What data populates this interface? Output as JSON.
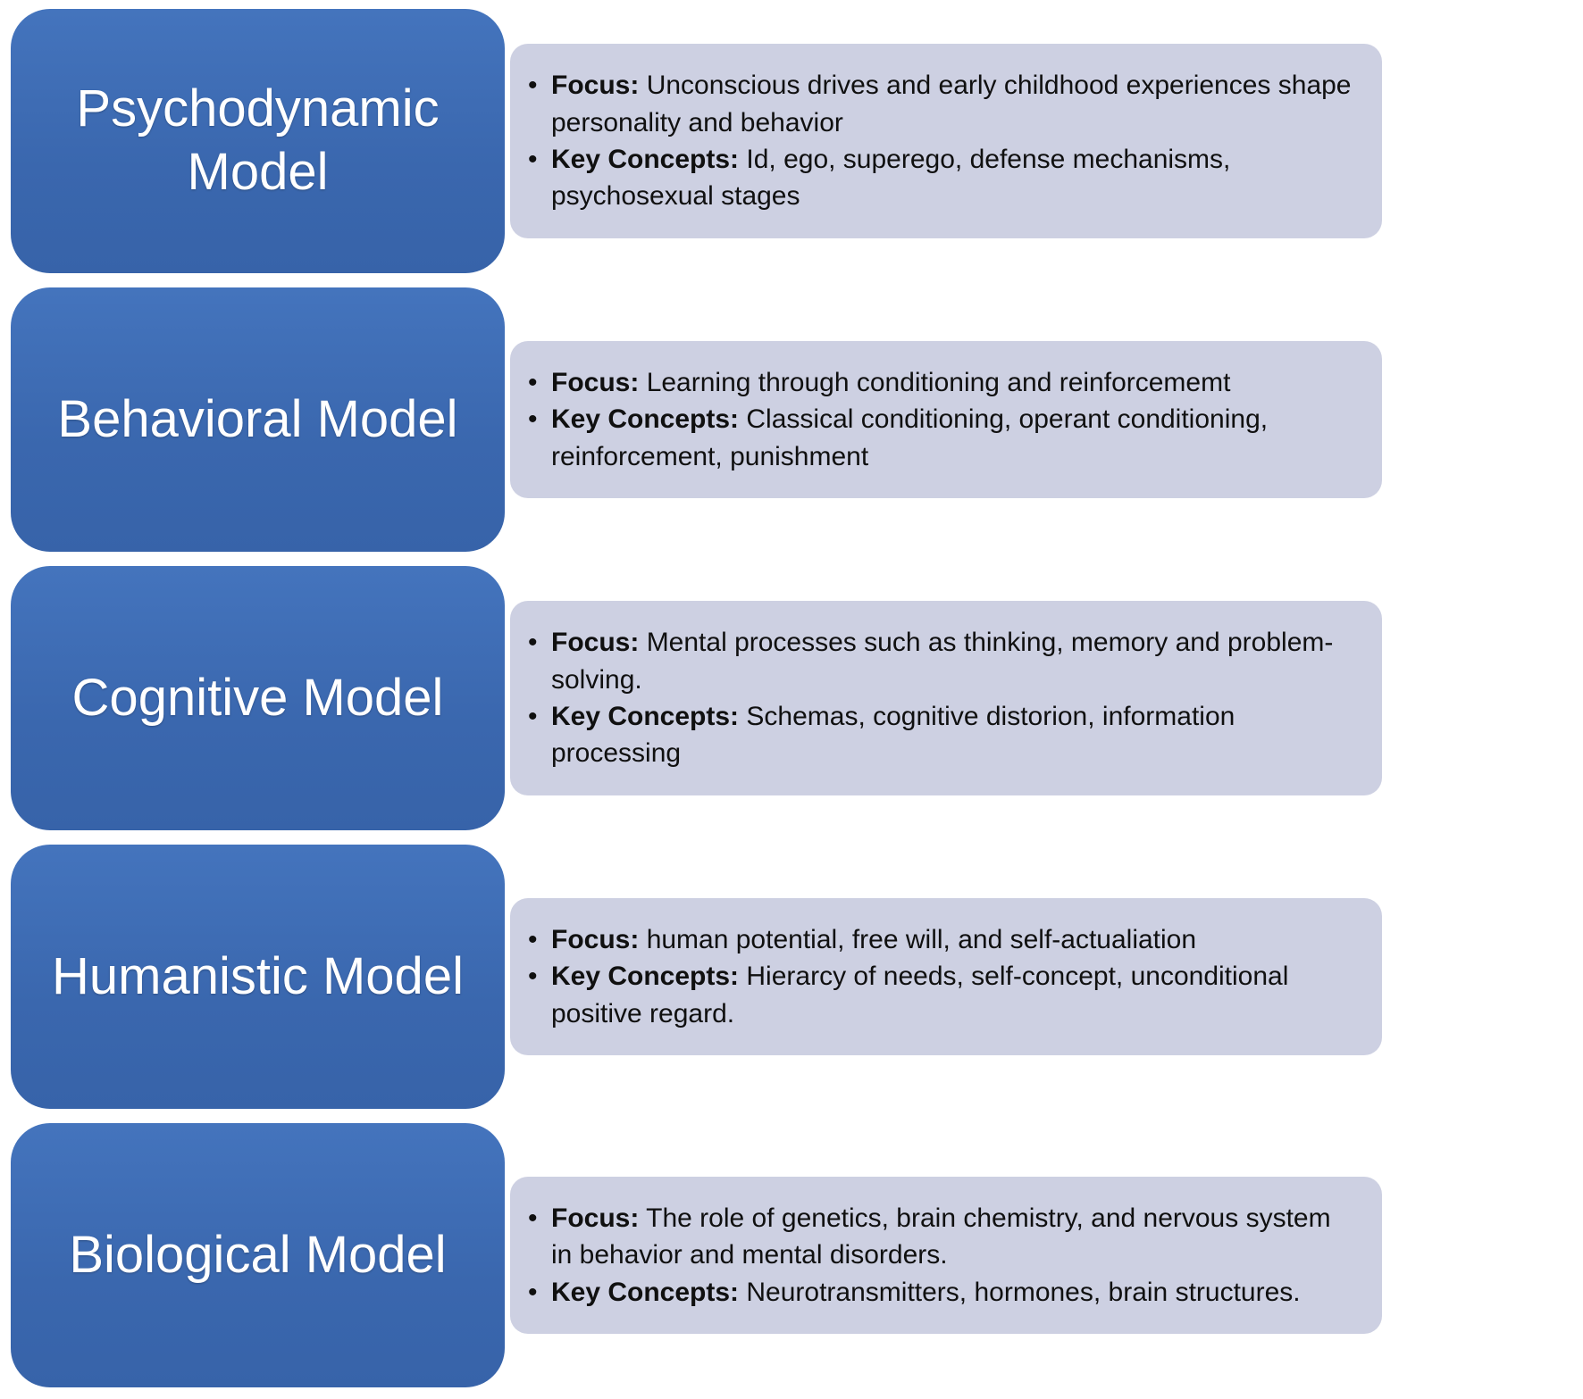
{
  "glyphs": {
    "bullet": "•"
  },
  "colors": {
    "title_box_blue": "#3b68b1",
    "detail_box_lavender": "#cdd0e2",
    "title_text": "#ffffff",
    "body_text": "#101010"
  },
  "models": [
    {
      "title": "Psychodynamic Model",
      "bullets": [
        {
          "label": "Focus:",
          "text": "Unconscious drives and early childhood experiences shape personality and behavior"
        },
        {
          "label": "Key Concepts:",
          "text": "Id, ego, superego, defense mechanisms, psychosexual stages"
        }
      ]
    },
    {
      "title": "Behavioral Model",
      "bullets": [
        {
          "label": "Focus:",
          "text": "Learning through conditioning and reinforcememt"
        },
        {
          "label": "Key Concepts:",
          "text": "Classical conditioning, operant conditioning, reinforcement, punishment"
        }
      ]
    },
    {
      "title": "Cognitive Model",
      "bullets": [
        {
          "label": "Focus:",
          "text": "Mental processes such as thinking, memory and problem-solving."
        },
        {
          "label": "Key Concepts:",
          "text": "Schemas, cognitive distorion, information processing"
        }
      ]
    },
    {
      "title": "Humanistic Model",
      "bullets": [
        {
          "label": "Focus:",
          "text": "human potential, free will, and self-actualiation"
        },
        {
          "label": "Key Concepts:",
          "text": "Hierarcy of needs, self-concept, unconditional positive regard."
        }
      ]
    },
    {
      "title": "Biological Model",
      "bullets": [
        {
          "label": "Focus:",
          "text": "The role of genetics, brain chemistry, and nervous system in behavior and mental disorders."
        },
        {
          "label": "Key Concepts:",
          "text": "Neurotransmitters, hormones, brain structures."
        }
      ]
    }
  ]
}
